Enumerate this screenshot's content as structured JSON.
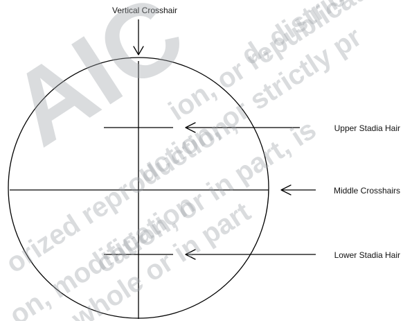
{
  "labels": {
    "vertical_crosshair": "Vertical Crosshair",
    "upper_stadia_hair": "Upper Stadia Hair",
    "middle_crosshairs": "Middle Crosshairs",
    "lower_stadia_hair": "Lower Stadia Hair"
  },
  "watermark": {
    "big": "AIC",
    "line1": "d, distributed",
    "line2": "ion, or republication",
    "line3": "uction, or strictly pr",
    "line4": "orized reproduction,",
    "line5": "cation, or in part, is",
    "line6": "on, modification",
    "line7": "whole or in part",
    "color": "#9fa3a7"
  }
}
